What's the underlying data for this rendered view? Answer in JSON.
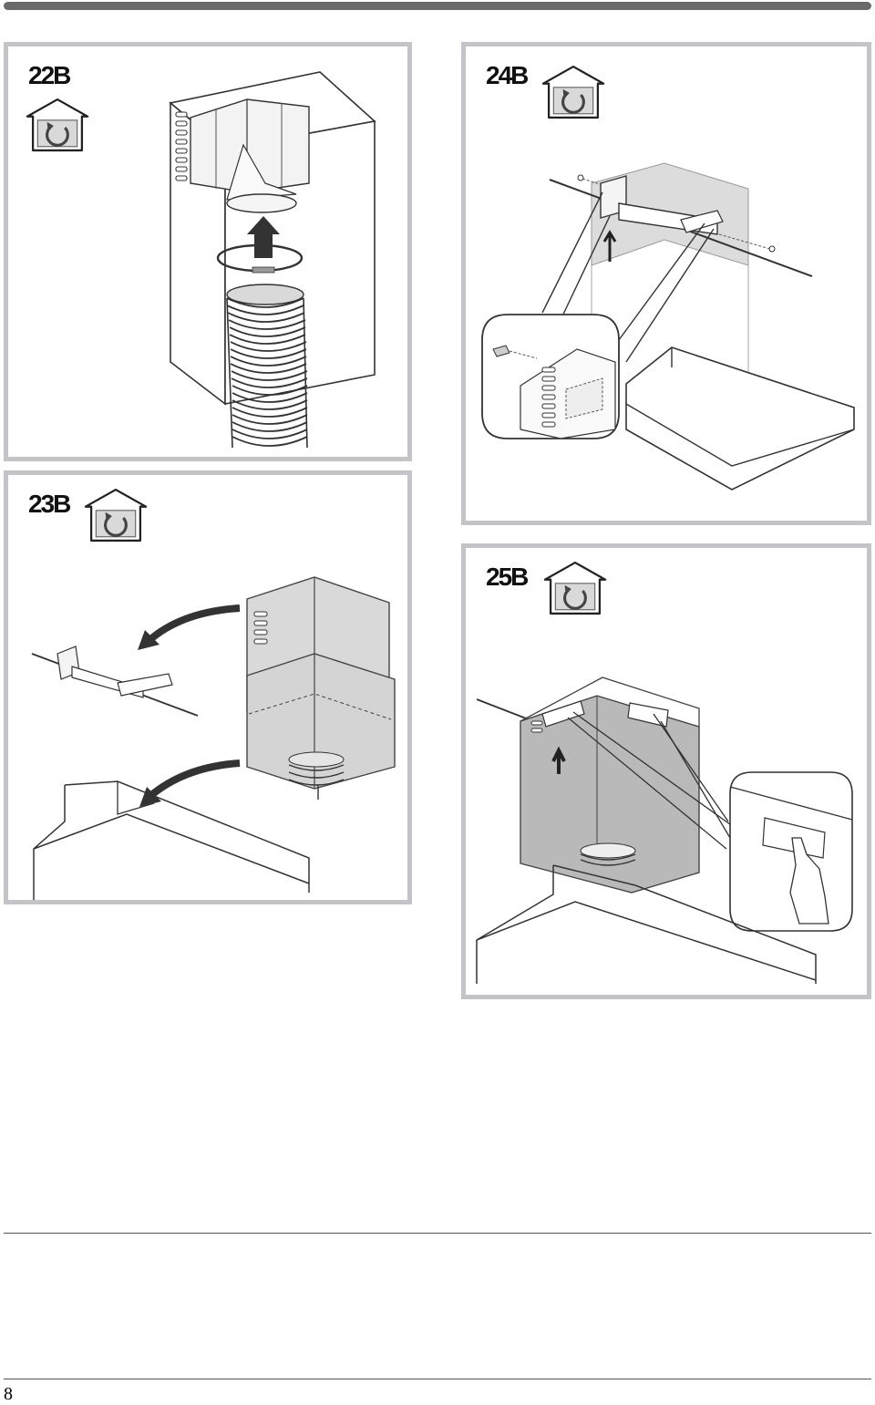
{
  "steps": [
    {
      "label": "22B",
      "icon": "house-rotate-icon"
    },
    {
      "label": "24B",
      "icon": "house-rotate-icon"
    },
    {
      "label": "23B",
      "icon": "house-rotate-icon"
    },
    {
      "label": "25B",
      "icon": "house-rotate-icon"
    }
  ],
  "footer": {
    "page_number": "8"
  }
}
